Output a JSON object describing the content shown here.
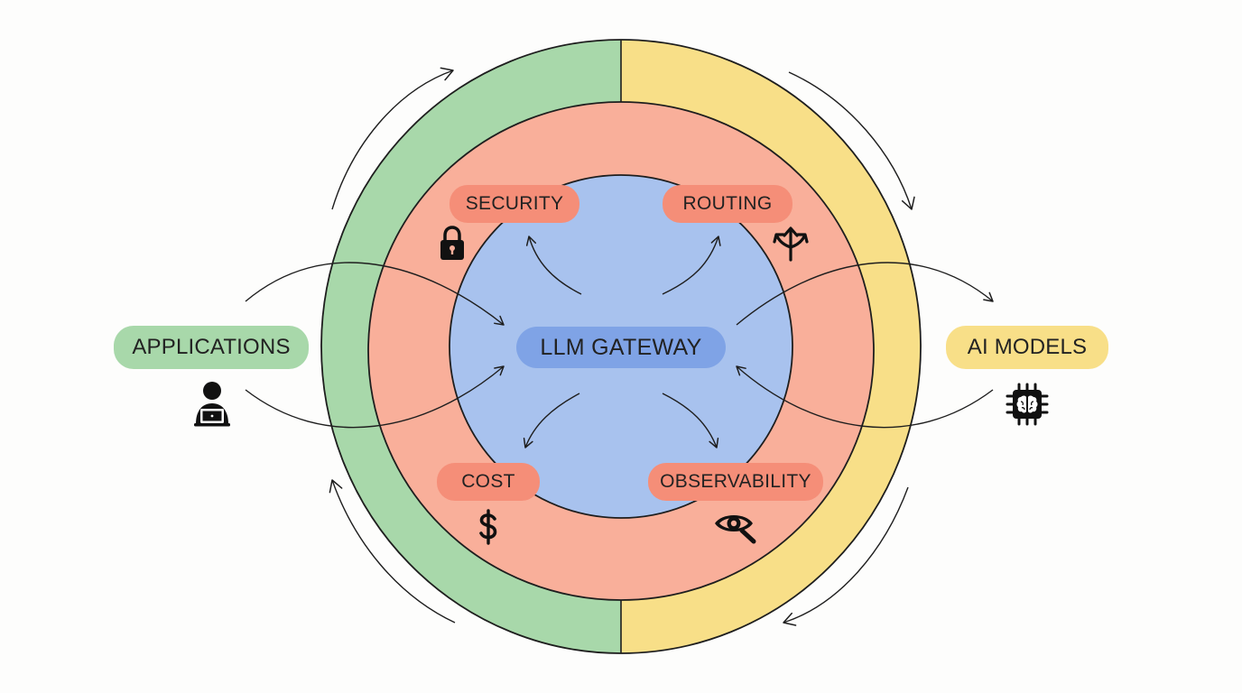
{
  "diagram": {
    "center_label": "LLM GATEWAY",
    "left_label": "APPLICATIONS",
    "right_label": "AI MODELS",
    "functions": {
      "security": "SECURITY",
      "routing": "ROUTING",
      "cost": "COST",
      "observability": "OBSERVABILITY"
    },
    "icons": {
      "applications": "user-laptop-icon",
      "ai_models": "ai-chip-brain-icon",
      "security": "padlock-icon",
      "routing": "split-arrows-icon",
      "cost": "dollar-icon",
      "observability": "eye-magnifier-icon"
    },
    "colors": {
      "left_ring": "#a8d8aa",
      "right_ring": "#f8df88",
      "middle_ring": "#f9af9a",
      "core": "#a8c2ee",
      "center_pill": "#7fa3e6",
      "function_pill": "#f58e78",
      "left_pill": "#a8d8aa",
      "right_pill": "#f8df88",
      "stroke": "#1e1e1e"
    }
  }
}
